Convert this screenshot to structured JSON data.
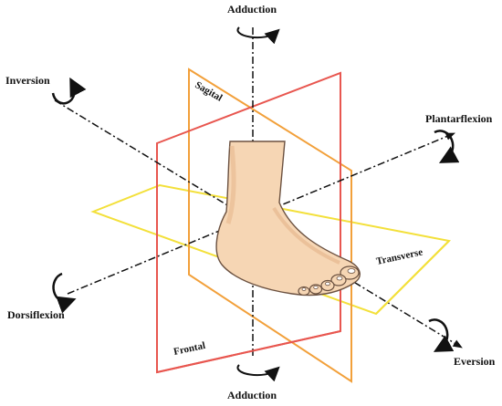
{
  "labels": {
    "adduction_top": "Adduction",
    "adduction_bottom": "Adduction",
    "inversion": "Inversion",
    "eversion": "Eversion",
    "plantarflexion": "Plantarflexion",
    "dorsiflexion": "Dorsiflexion"
  },
  "planes": {
    "sagittal": "Sagital",
    "frontal": "Frontal",
    "transverse": "Transverse"
  },
  "colors": {
    "sagittal": "#f2a03a",
    "frontal": "#e8564f",
    "transverse": "#f3e03a",
    "axis": "#111111",
    "skin": "#f6d6b4",
    "skin_shadow": "#e7b88e"
  },
  "icons": [
    "rotation-arrow-icon",
    "axis-arrow-icon"
  ]
}
